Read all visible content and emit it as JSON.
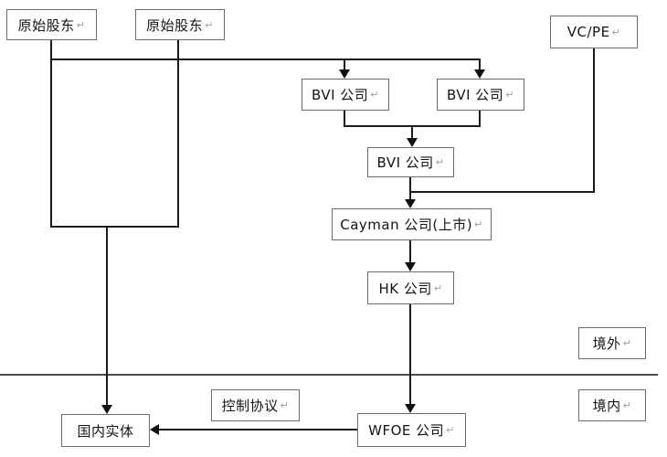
{
  "diagram": {
    "return_mark": "↵",
    "nodes": {
      "founder1": {
        "label": "原始股东"
      },
      "founder2": {
        "label": "原始股东"
      },
      "vcpe": {
        "label": "VC/PE"
      },
      "bvi1": {
        "label": "BVI 公司"
      },
      "bvi2": {
        "label": "BVI 公司"
      },
      "bvi3": {
        "label": "BVI 公司"
      },
      "cayman": {
        "label": "Cayman 公司(上市)"
      },
      "hk": {
        "label": "HK 公司"
      },
      "wfoe": {
        "label": "WFOE 公司"
      },
      "domestic": {
        "label": "国内实体"
      },
      "control": {
        "label": "控制协议"
      },
      "offshore": {
        "label": "境外"
      },
      "onshore": {
        "label": "境内"
      }
    },
    "edges": [
      {
        "from": "founder1",
        "to": "bvi1"
      },
      {
        "from": "founder1",
        "to": "bvi2"
      },
      {
        "from": "founder2",
        "to": "bvi1"
      },
      {
        "from": "founder2",
        "to": "bvi2"
      },
      {
        "from": "founders",
        "to": "domestic"
      },
      {
        "from": "bvi1",
        "to": "bvi3"
      },
      {
        "from": "bvi2",
        "to": "bvi3"
      },
      {
        "from": "bvi3",
        "to": "cayman"
      },
      {
        "from": "vcpe",
        "to": "cayman"
      },
      {
        "from": "cayman",
        "to": "hk"
      },
      {
        "from": "hk",
        "to": "wfoe"
      },
      {
        "from": "wfoe",
        "to": "domestic",
        "label": "控制协议"
      }
    ],
    "colors": {
      "line": "#1a1a1a",
      "box_border": "#6e6e6e",
      "divider": "#4d4d4d",
      "text": "#141414",
      "return_mark": "#98a0ac"
    }
  }
}
